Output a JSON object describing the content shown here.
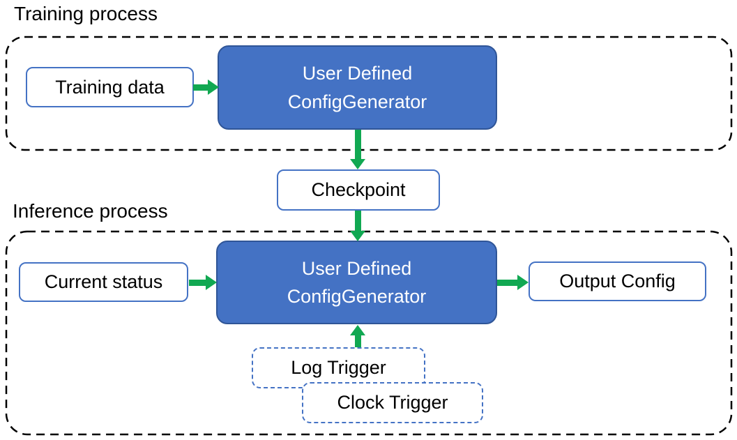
{
  "colors": {
    "node_fill": "#4472C4",
    "node_border": "#2F5597",
    "light_border": "#4472C4",
    "trigger_border": "#4472C4",
    "arrow_green": "#11A852",
    "container_border": "#000000",
    "text_dark": "#000000",
    "text_light": "#FFFFFF",
    "background": "#FFFFFF"
  },
  "sections": {
    "training": {
      "label": "Training process"
    },
    "inference": {
      "label": "Inference process"
    }
  },
  "nodes": {
    "training_data": {
      "label": "Training data"
    },
    "training_generator": {
      "line1": "User Defined",
      "line2": "ConfigGenerator"
    },
    "checkpoint": {
      "label": "Checkpoint"
    },
    "current_status": {
      "label": "Current status"
    },
    "inference_generator": {
      "line1": "User Defined",
      "line2": "ConfigGenerator"
    },
    "output_config": {
      "label": "Output Config"
    },
    "log_trigger": {
      "label": "Log Trigger"
    },
    "clock_trigger": {
      "label": "Clock Trigger"
    }
  },
  "arrows": [
    {
      "from": "training_data",
      "to": "training_generator",
      "direction": "right"
    },
    {
      "from": "training_generator",
      "to": "checkpoint",
      "direction": "down"
    },
    {
      "from": "checkpoint",
      "to": "inference_generator",
      "direction": "down"
    },
    {
      "from": "current_status",
      "to": "inference_generator",
      "direction": "right"
    },
    {
      "from": "inference_generator",
      "to": "output_config",
      "direction": "right"
    },
    {
      "from": "log_trigger",
      "to": "inference_generator",
      "direction": "up"
    }
  ]
}
